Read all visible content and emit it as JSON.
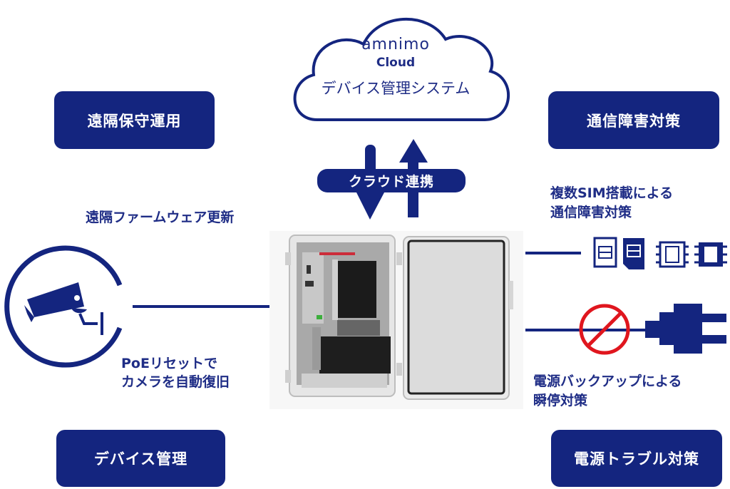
{
  "cloud": {
    "brand": "amnimo",
    "product": "Cloud",
    "system": "デバイス管理システム"
  },
  "categories": {
    "remote_maintenance": "遠隔保守運用",
    "comm_failure": "通信障害対策",
    "device_management": "デバイス管理",
    "power_trouble": "電源トラブル対策"
  },
  "sync": {
    "label": "クラウド連携"
  },
  "features": {
    "firmware_update": "遠隔ファームウェア更新",
    "poe_reset_line1": "PoEリセットで",
    "poe_reset_line2": "カメラを自動復旧",
    "multi_sim_line1": "複数SIM搭載による",
    "multi_sim_line2": "通信障害対策",
    "power_backup_line1": "電源バックアップによる",
    "power_backup_line2": "瞬停対策"
  },
  "icons": {
    "camera": "security-camera-icon",
    "sim": "sim-card-icon",
    "no_power": "prohibited-icon",
    "plug": "power-plug-icon"
  },
  "colors": {
    "brand_navy": "#14257f",
    "prohibit_red": "#e0161e",
    "background": "#ffffff"
  }
}
